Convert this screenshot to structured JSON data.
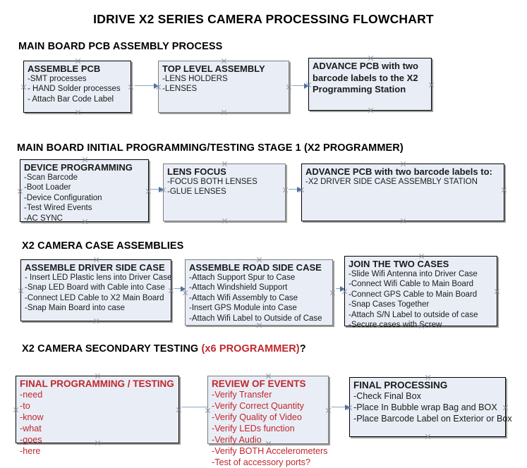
{
  "document": {
    "title": "IDRIVE X2  SERIES CAMERA PROCESSING FLOWCHART"
  },
  "sections": [
    {
      "id": "main-board-pcb-assembly",
      "heading": "MAIN BOARD PCB ASSEMBLY PROCESS",
      "heading_accent": "",
      "heading_tail": "",
      "nodes": [
        {
          "id": "assemble-pcb",
          "title": "ASSEMBLE PCB",
          "title_color": "#1a1a1a",
          "lines": [
            "-SMT processes",
            "- HAND Solder processes",
            "- Attach Bar Code Label"
          ]
        },
        {
          "id": "top-level-assembly",
          "title": "TOP LEVEL ASSEMBLY",
          "title_color": "#1a1a1a",
          "lines": [
            "-LENS HOLDERS",
            "-LENSES"
          ]
        },
        {
          "id": "advance-pcb-to-x2-programming-station",
          "title": "ADVANCE PCB with two barcode labels to the  X2 Programming Station",
          "title_color": "#1a1a1a",
          "lines": []
        }
      ]
    },
    {
      "id": "main-board-initial-programming",
      "heading": "MAIN BOARD INITIAL PROGRAMMING/TESTING STAGE 1 (X2 PROGRAMMER)",
      "heading_accent": "",
      "heading_tail": "",
      "nodes": [
        {
          "id": "device-programming",
          "title": "DEVICE PROGRAMMING",
          "title_color": "#1a1a1a",
          "lines": [
            "-Scan Barcode",
            "-Boot Loader",
            "-Device Configuration",
            "-Test Wired Events",
            "-AC SYNC"
          ]
        },
        {
          "id": "lens-focus",
          "title": "LENS FOCUS",
          "title_color": "#1a1a1a",
          "lines": [
            "-FOCUS BOTH LENSES",
            "-GLUE LENSES"
          ]
        },
        {
          "id": "advance-pcb-to-driver-side-case",
          "title": "ADVANCE PCB with two barcode labels to:",
          "title_color": "#1a1a1a",
          "lines": [
            "-X2 DRIVER  SIDE  CASE  ASSEMBLY STATION"
          ]
        }
      ]
    },
    {
      "id": "x2-camera-case-assemblies",
      "heading": "X2 CAMERA CASE ASSEMBLIES",
      "heading_accent": "",
      "heading_tail": "",
      "nodes": [
        {
          "id": "assemble-driver-side-case",
          "title": "ASSEMBLE DRIVER SIDE CASE",
          "title_color": "#1a1a1a",
          "lines": [
            "- Insert LED Plastic lens into Driver Case",
            "-Snap LED Board with Cable into Case",
            "-Connect LED Cable to X2 Main Board",
            "-Snap Main Board into case"
          ]
        },
        {
          "id": "assemble-road-side-case",
          "title": "ASSEMBLE ROAD SIDE CASE",
          "title_color": "#1a1a1a",
          "lines": [
            "-Attach Support Spur to Case",
            "-Attach Windshield Support",
            "-Attach Wifi Assembly to Case",
            "-Insert GPS Module into Case",
            "-Attach Wifi Label to Outside of Case"
          ]
        },
        {
          "id": "join-the-two-cases",
          "title": "JOIN THE TWO CASES",
          "title_color": "#1a1a1a",
          "lines": [
            "-Slide Wifi Antenna into Driver Case",
            "-Connect Wifi Cable to Main Board",
            "-Connect GPS Cable to Main Board",
            "-Snap Cases Together",
            "-Attach S/N Label to outside of case",
            "-Secure cases with Screw"
          ]
        }
      ]
    },
    {
      "id": "x2-camera-secondary-testing",
      "heading": "X2 CAMERA SECONDARY TESTING  ",
      "heading_accent": "(x6 PROGRAMMER)",
      "heading_tail": "?",
      "nodes": [
        {
          "id": "final-programming-testing",
          "title": "FINAL PROGRAMMING / TESTING",
          "title_color": "#c0272d",
          "lines": [
            "-need",
            "-to",
            "-know",
            "-what",
            "-goes",
            "-here"
          ]
        },
        {
          "id": "review-of-events",
          "title": "REVIEW OF EVENTS",
          "title_color": "#c0272d",
          "lines": [
            "-Verify Transfer",
            "-Verify Correct Quantity",
            "-Verify Quality of Video",
            "-Verify LEDs function",
            "-Verify Audio",
            "-Verify BOTH Accelerometers",
            "-Test of accessory ports?"
          ]
        },
        {
          "id": "final-processing",
          "title": "FINAL PROCESSING",
          "title_color": "#1a1a1a",
          "lines": [
            "-Check Final Box",
            "-Place In Bubble wrap Bag and BOX",
            "-Place Barcode Label on Exterior or Box"
          ]
        }
      ]
    }
  ],
  "colors": {
    "node_fill": "#e9eef6",
    "node_border": "#000000",
    "node_shadow": "#9b9b9b",
    "arrow": "#8ba3bd",
    "arrow_head": "#4a73a8",
    "accent_red": "#c0272d",
    "text": "#1a1a1a"
  }
}
